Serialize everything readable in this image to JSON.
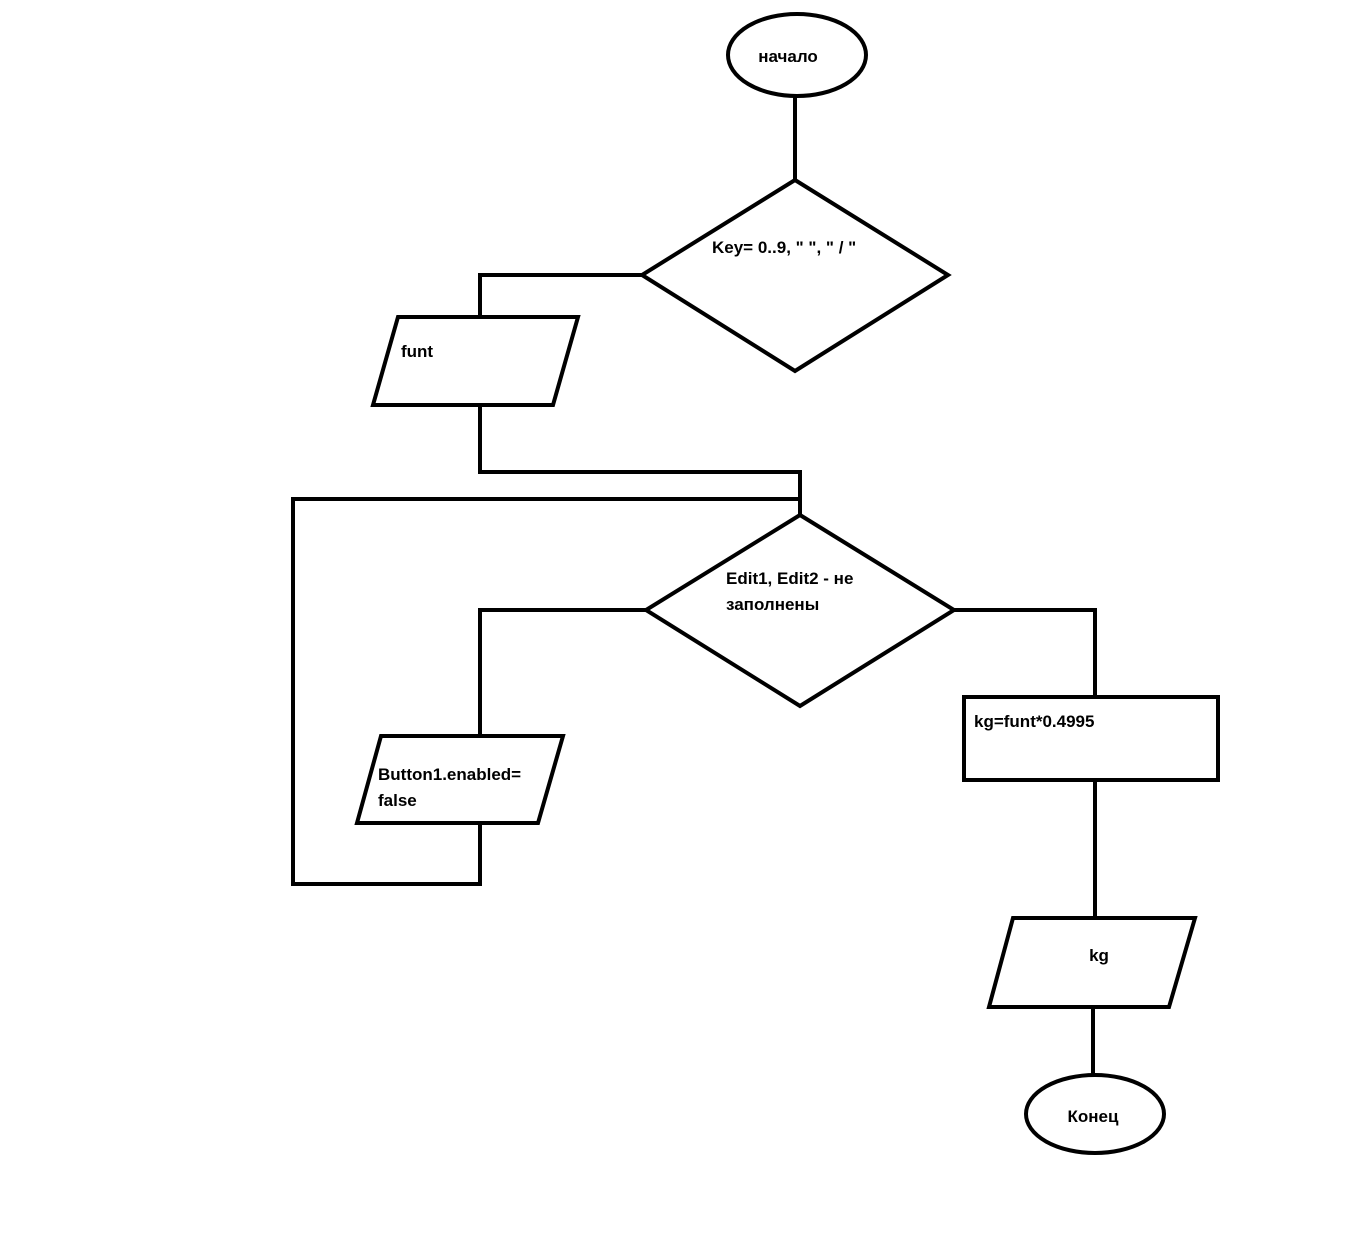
{
  "nodes": {
    "start": {
      "text": "начало"
    },
    "key_decision": {
      "text": "Key= 0..9, \" \", \" / \""
    },
    "input_funt": {
      "text": "funt"
    },
    "edit_decision": {
      "line1": "Edit1, Edit2 - не",
      "line2": "заполнены"
    },
    "button_output": {
      "line1": "Button1.enabled=",
      "line2": "false"
    },
    "calc": {
      "text": "kg=funt*0.4995"
    },
    "output_kg": {
      "text": "kg"
    },
    "end": {
      "text": "Конец"
    }
  }
}
